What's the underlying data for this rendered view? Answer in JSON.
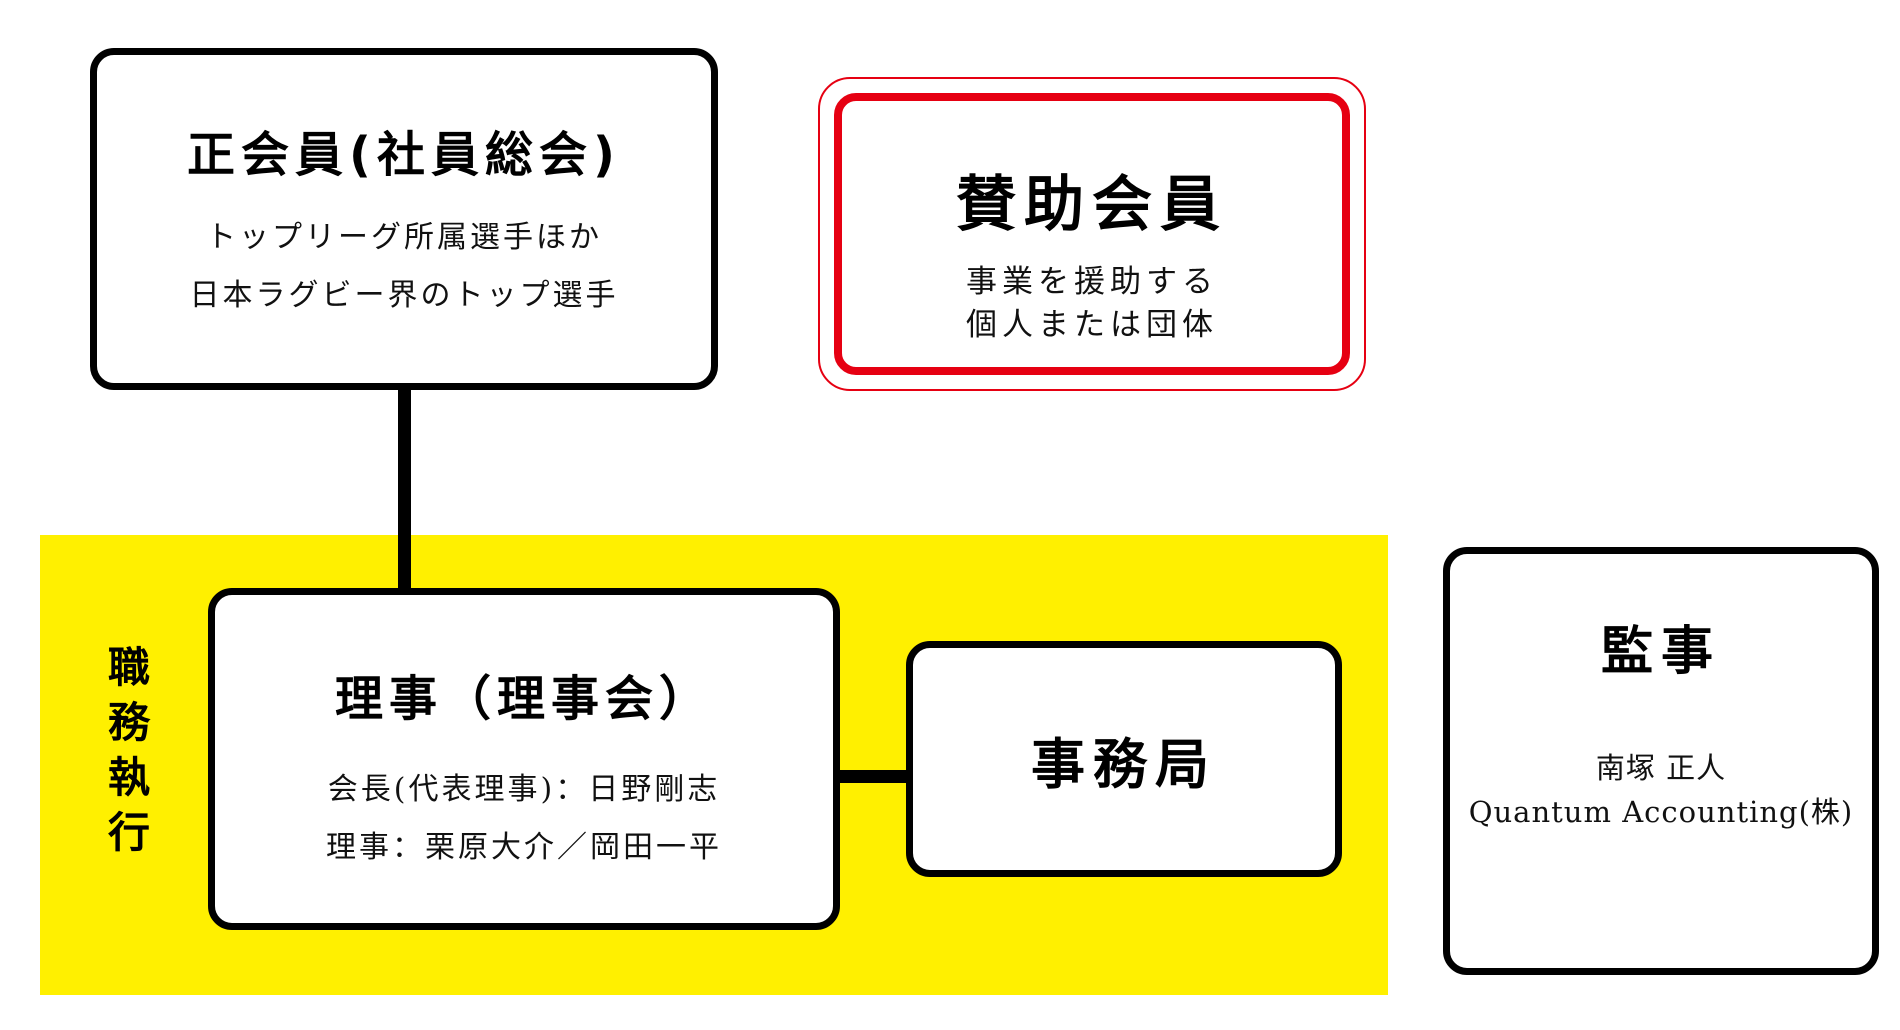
{
  "execution_label": [
    "職",
    "務",
    "執",
    "行"
  ],
  "regular_members": {
    "title": "正会員(社員総会)",
    "lines": [
      "トップリーグ所属選手ほか",
      "日本ラグビー界のトップ選手"
    ]
  },
  "supporting_members": {
    "title": "賛助会員",
    "lines": [
      "事業を援助する",
      "個人または団体"
    ]
  },
  "directors": {
    "title": "理事（理事会）",
    "lines": [
      "会長(代表理事)：日野剛志",
      "理事：栗原大介／岡田一平"
    ]
  },
  "secretariat": {
    "title": "事務局"
  },
  "auditor": {
    "title": "監事",
    "lines": [
      "南塚 正人",
      "Quantum Accounting(株)"
    ]
  },
  "colors": {
    "execution_band": "#fff000",
    "supporting_border": "#e60012",
    "box_border": "#000000"
  }
}
